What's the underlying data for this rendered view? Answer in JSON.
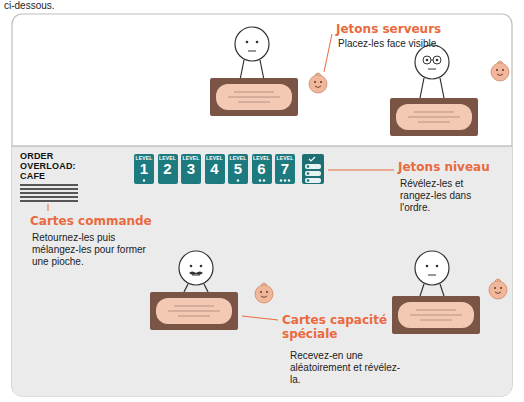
{
  "diagram": {
    "nodes": [
      {
        "text": [
          "ORDER OVERLOAD: CAFE"
        ]
      },
      {
        "text": [
          "LEVEL",
          "1"
        ]
      },
      {
        "text": [
          "LEVEL",
          "2"
        ]
      },
      {
        "text": [
          "LEVEL",
          "3"
        ]
      },
      {
        "text": [
          "LEVEL",
          "4"
        ]
      },
      {
        "text": [
          "LEVEL",
          "5"
        ]
      },
      {
        "text": [
          "LEVEL",
          "6"
        ]
      },
      {
        "text": [
          "LEVEL",
          "7"
        ]
      }
    ],
    "labels": [
      "ci-dessous.",
      "Jetons serveurs",
      "Placez-les face visible.",
      "Jetons niveau",
      "Révélez-les et rangez-les dans l'ordre.",
      "Cartes commande",
      "Retournez-les puis mélangez-les pour former une pioche.",
      "Cartes capacité spéciale",
      "Recevez-en une aléatoirement et révélez-la."
    ]
  }
}
